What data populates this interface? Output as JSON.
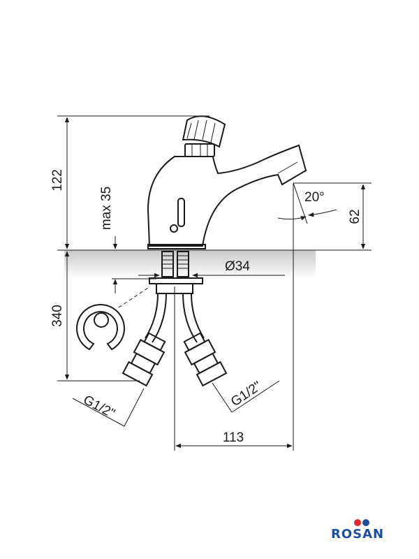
{
  "dimensions": {
    "height_total": "122",
    "max_depth": "max 35",
    "angle": "20°",
    "spout_height": "62",
    "diameter": "Ø34",
    "hose_length": "340",
    "thread_left": "G1/2\"",
    "thread_right": "G1/2\"",
    "spout_reach": "113"
  },
  "brand": {
    "name": "ROSAN",
    "colors": {
      "text": "#1f4e9c",
      "dot_red": "#e3262b",
      "dot_blue": "#1f4e9c"
    }
  }
}
